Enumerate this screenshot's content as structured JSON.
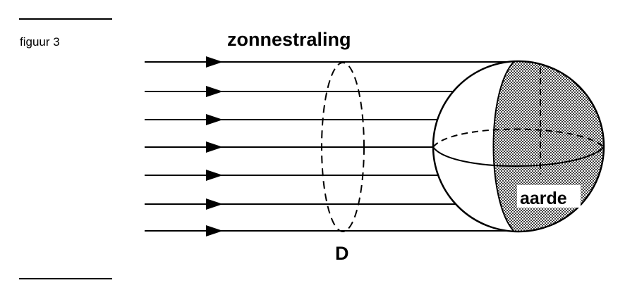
{
  "figure": {
    "label": "figuur 3"
  },
  "diagram": {
    "radiation_label": "zonnestraling",
    "disc_label": "D",
    "earth_label": "aarde"
  }
}
